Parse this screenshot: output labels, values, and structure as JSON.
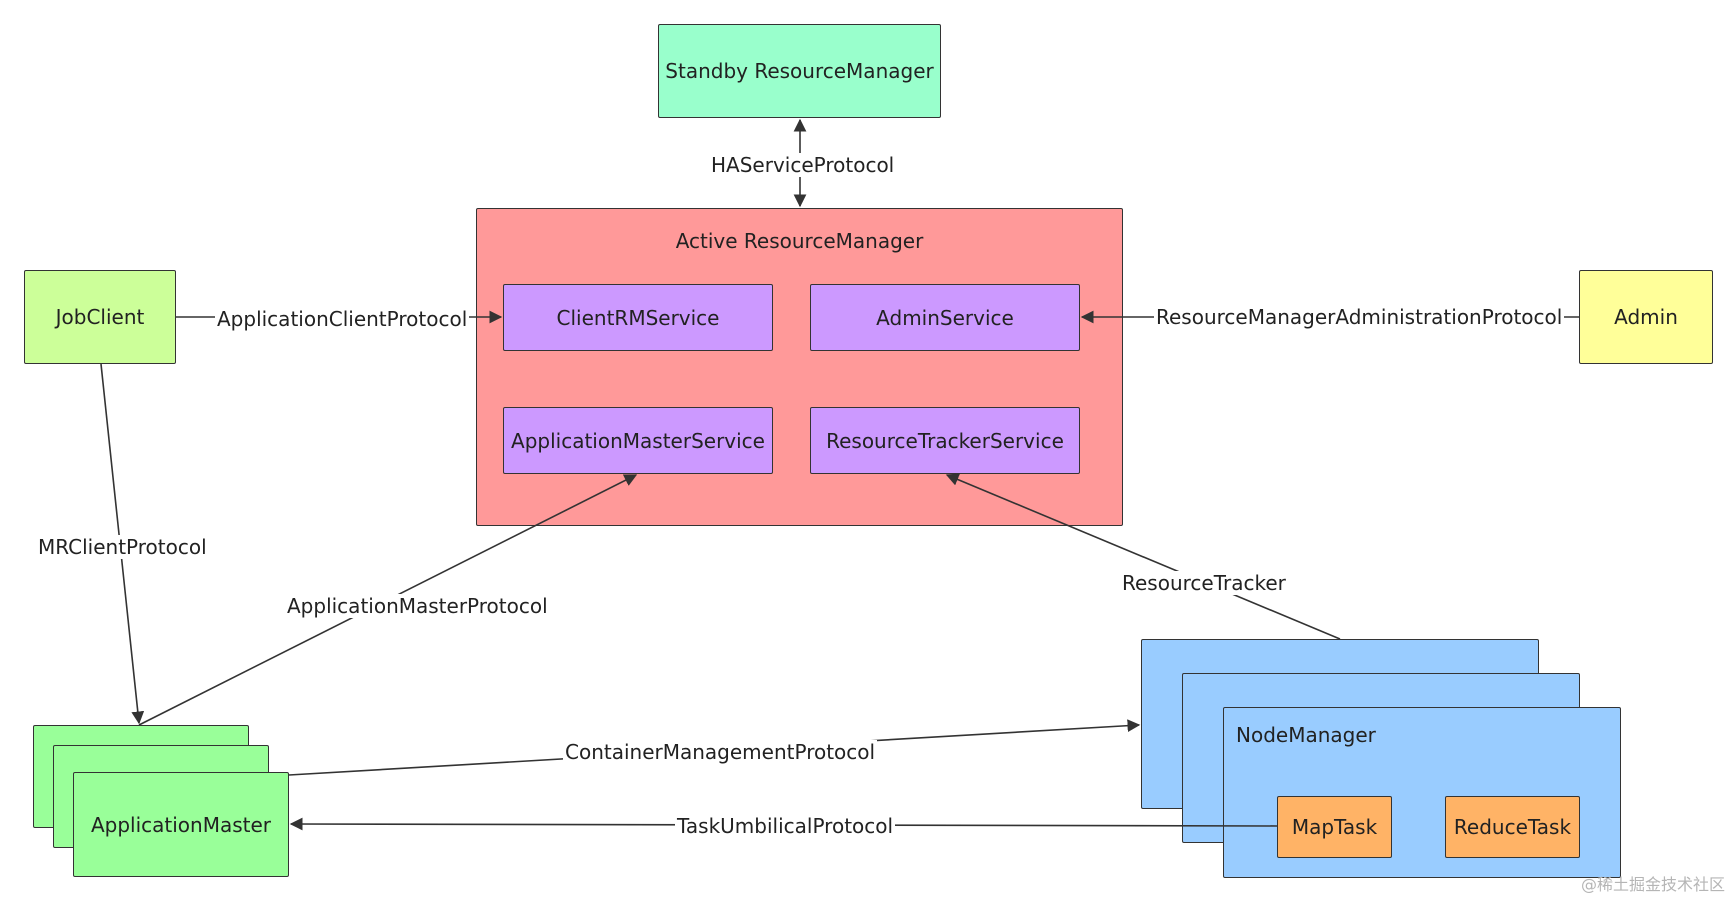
{
  "nodes": {
    "standby_rm": "Standby ResourceManager",
    "active_rm": "Active ResourceManager",
    "client_rm_service": "ClientRMService",
    "admin_service": "AdminService",
    "application_master_service": "ApplicationMasterService",
    "resource_tracker_service": "ResourceTrackerService",
    "job_client": "JobClient",
    "admin": "Admin",
    "application_master": "ApplicationMaster",
    "node_manager": "NodeManager",
    "map_task": "MapTask",
    "reduce_task": "ReduceTask"
  },
  "edges": {
    "ha_service_protocol": "HAServiceProtocol",
    "application_client_protocol": "ApplicationClientProtocol",
    "rm_admin_protocol": "ResourceManagerAdministrationProtocol",
    "mr_client_protocol": "MRClientProtocol",
    "application_master_protocol": "ApplicationMasterProtocol",
    "resource_tracker": "ResourceTracker",
    "container_management_protocol": "ContainerManagementProtocol",
    "task_umbilical_protocol": "TaskUmbilicalProtocol"
  },
  "watermark": "@稀土掘金技术社区"
}
